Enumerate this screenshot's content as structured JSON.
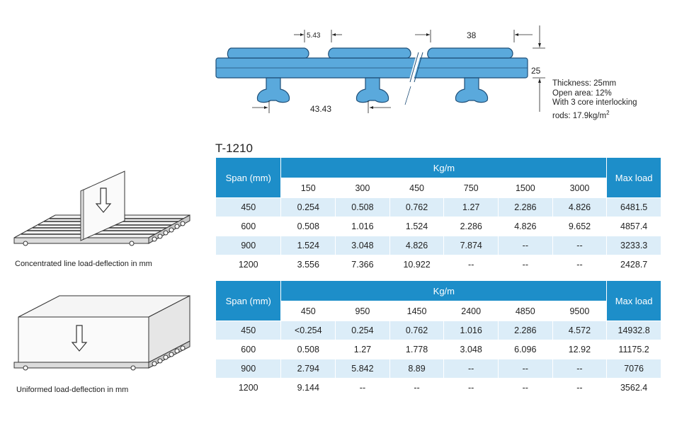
{
  "profile": {
    "dim_gap": "5.43",
    "dim_top": "38",
    "dim_height": "25",
    "dim_pitch": "43.43"
  },
  "specs": {
    "thickness": "Thickness: 25mm",
    "open_area": "Open area: 12%",
    "core_line1": "With 3 core interlocking",
    "core_line2": "rods: 17.9kg/m",
    "core_sup": "2"
  },
  "model": "T-1210",
  "concentrated": {
    "caption": "Concentrated line load-deflection in mm",
    "span_header": "Span (mm)",
    "kgm_header": "Kg/m",
    "max_header": "Max load",
    "loads": [
      "150",
      "300",
      "450",
      "750",
      "1500",
      "3000"
    ],
    "rows": [
      {
        "span": "450",
        "vals": [
          "0.254",
          "0.508",
          "0.762",
          "1.27",
          "2.286",
          "4.826"
        ],
        "max": "6481.5"
      },
      {
        "span": "600",
        "vals": [
          "0.508",
          "1.016",
          "1.524",
          "2.286",
          "4.826",
          "9.652"
        ],
        "max": "4857.4"
      },
      {
        "span": "900",
        "vals": [
          "1.524",
          "3.048",
          "4.826",
          "7.874",
          "--",
          "--"
        ],
        "max": "3233.3"
      },
      {
        "span": "1200",
        "vals": [
          "3.556",
          "7.366",
          "10.922",
          "--",
          "--",
          "--"
        ],
        "max": "2428.7"
      }
    ]
  },
  "uniform": {
    "caption": "Uniformed load-deflection in mm",
    "span_header": "Span (mm)",
    "kgm_header": "Kg/m",
    "max_header": "Max load",
    "loads": [
      "450",
      "950",
      "1450",
      "2400",
      "4850",
      "9500"
    ],
    "rows": [
      {
        "span": "450",
        "vals": [
          "<0.254",
          "0.254",
          "0.762",
          "1.016",
          "2.286",
          "4.572"
        ],
        "max": "14932.8"
      },
      {
        "span": "600",
        "vals": [
          "0.508",
          "1.27",
          "1.778",
          "3.048",
          "6.096",
          "12.92"
        ],
        "max": "11175.2"
      },
      {
        "span": "900",
        "vals": [
          "2.794",
          "5.842",
          "8.89",
          "--",
          "--",
          "--"
        ],
        "max": "7076"
      },
      {
        "span": "1200",
        "vals": [
          "9.144",
          "--",
          "--",
          "--",
          "--",
          "--"
        ],
        "max": "3562.4"
      }
    ]
  },
  "colors": {
    "header_blue": "#1d8ec9",
    "row_tint": "#dcedf8",
    "profile_fill": "#5aa9dc",
    "profile_stroke": "#1f4f78"
  }
}
